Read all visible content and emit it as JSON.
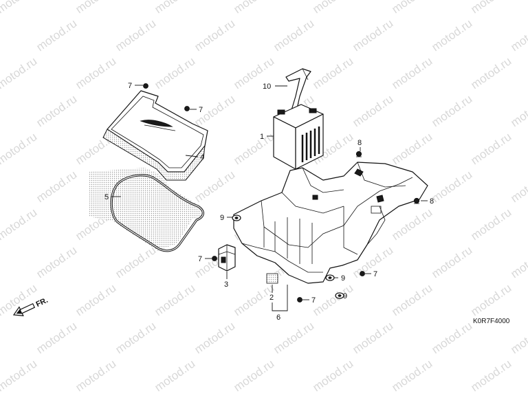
{
  "watermark": {
    "text": "motod.ru"
  },
  "diagram_code": "K0R7F4000",
  "front_arrow_label": "FR.",
  "callouts": {
    "c1": "1",
    "c2": "2",
    "c3": "3",
    "c4": "4",
    "c5": "5",
    "c6": "6",
    "c7a": "7",
    "c7b": "7",
    "c7c": "7",
    "c7d": "7",
    "c7e": "7",
    "c8a": "8",
    "c8b": "8",
    "c9a": "9",
    "c9b": "9",
    "c9c": "9",
    "c10": "10"
  }
}
